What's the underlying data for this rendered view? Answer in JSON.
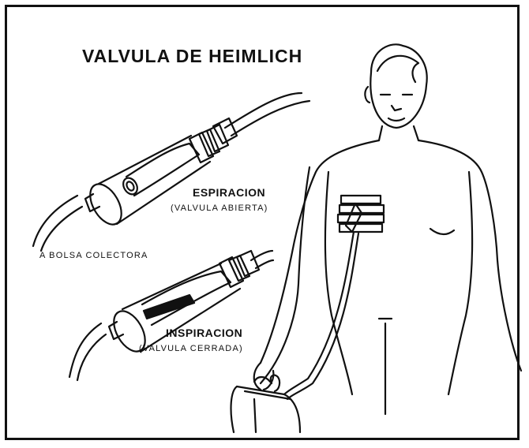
{
  "diagram": {
    "title": "VALVULA DE HEIMLICH",
    "labels": {
      "expiration": "ESPIRACION",
      "expiration_note": "(VALVULA ABIERTA)",
      "collection_bag": "A BOLSA COLECTORA",
      "inspiration": "INSPIRACION",
      "inspiration_note": "(VALVULA CERRADA)"
    }
  }
}
